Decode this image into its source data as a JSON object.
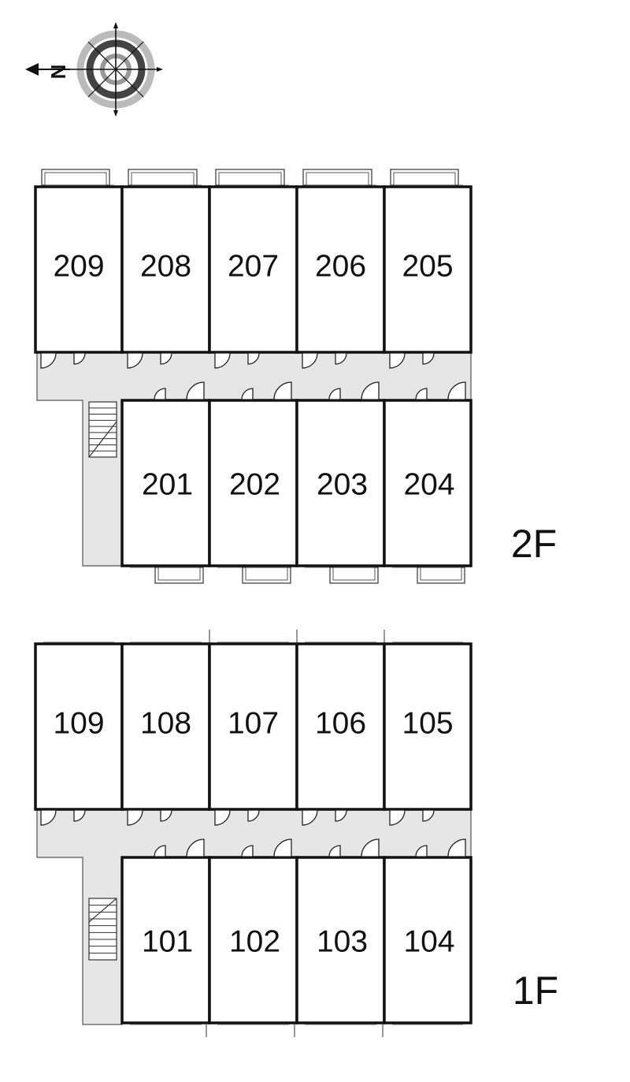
{
  "compass": {
    "north_label": "N",
    "icon": "compass-rose-icon"
  },
  "floors": [
    {
      "label": "2F",
      "top_row": [
        "209",
        "208",
        "207",
        "206",
        "205"
      ],
      "bottom_row": [
        "201",
        "202",
        "203",
        "204"
      ]
    },
    {
      "label": "1F",
      "top_row": [
        "109",
        "108",
        "107",
        "106",
        "105"
      ],
      "bottom_row": [
        "101",
        "102",
        "103",
        "104"
      ]
    }
  ]
}
